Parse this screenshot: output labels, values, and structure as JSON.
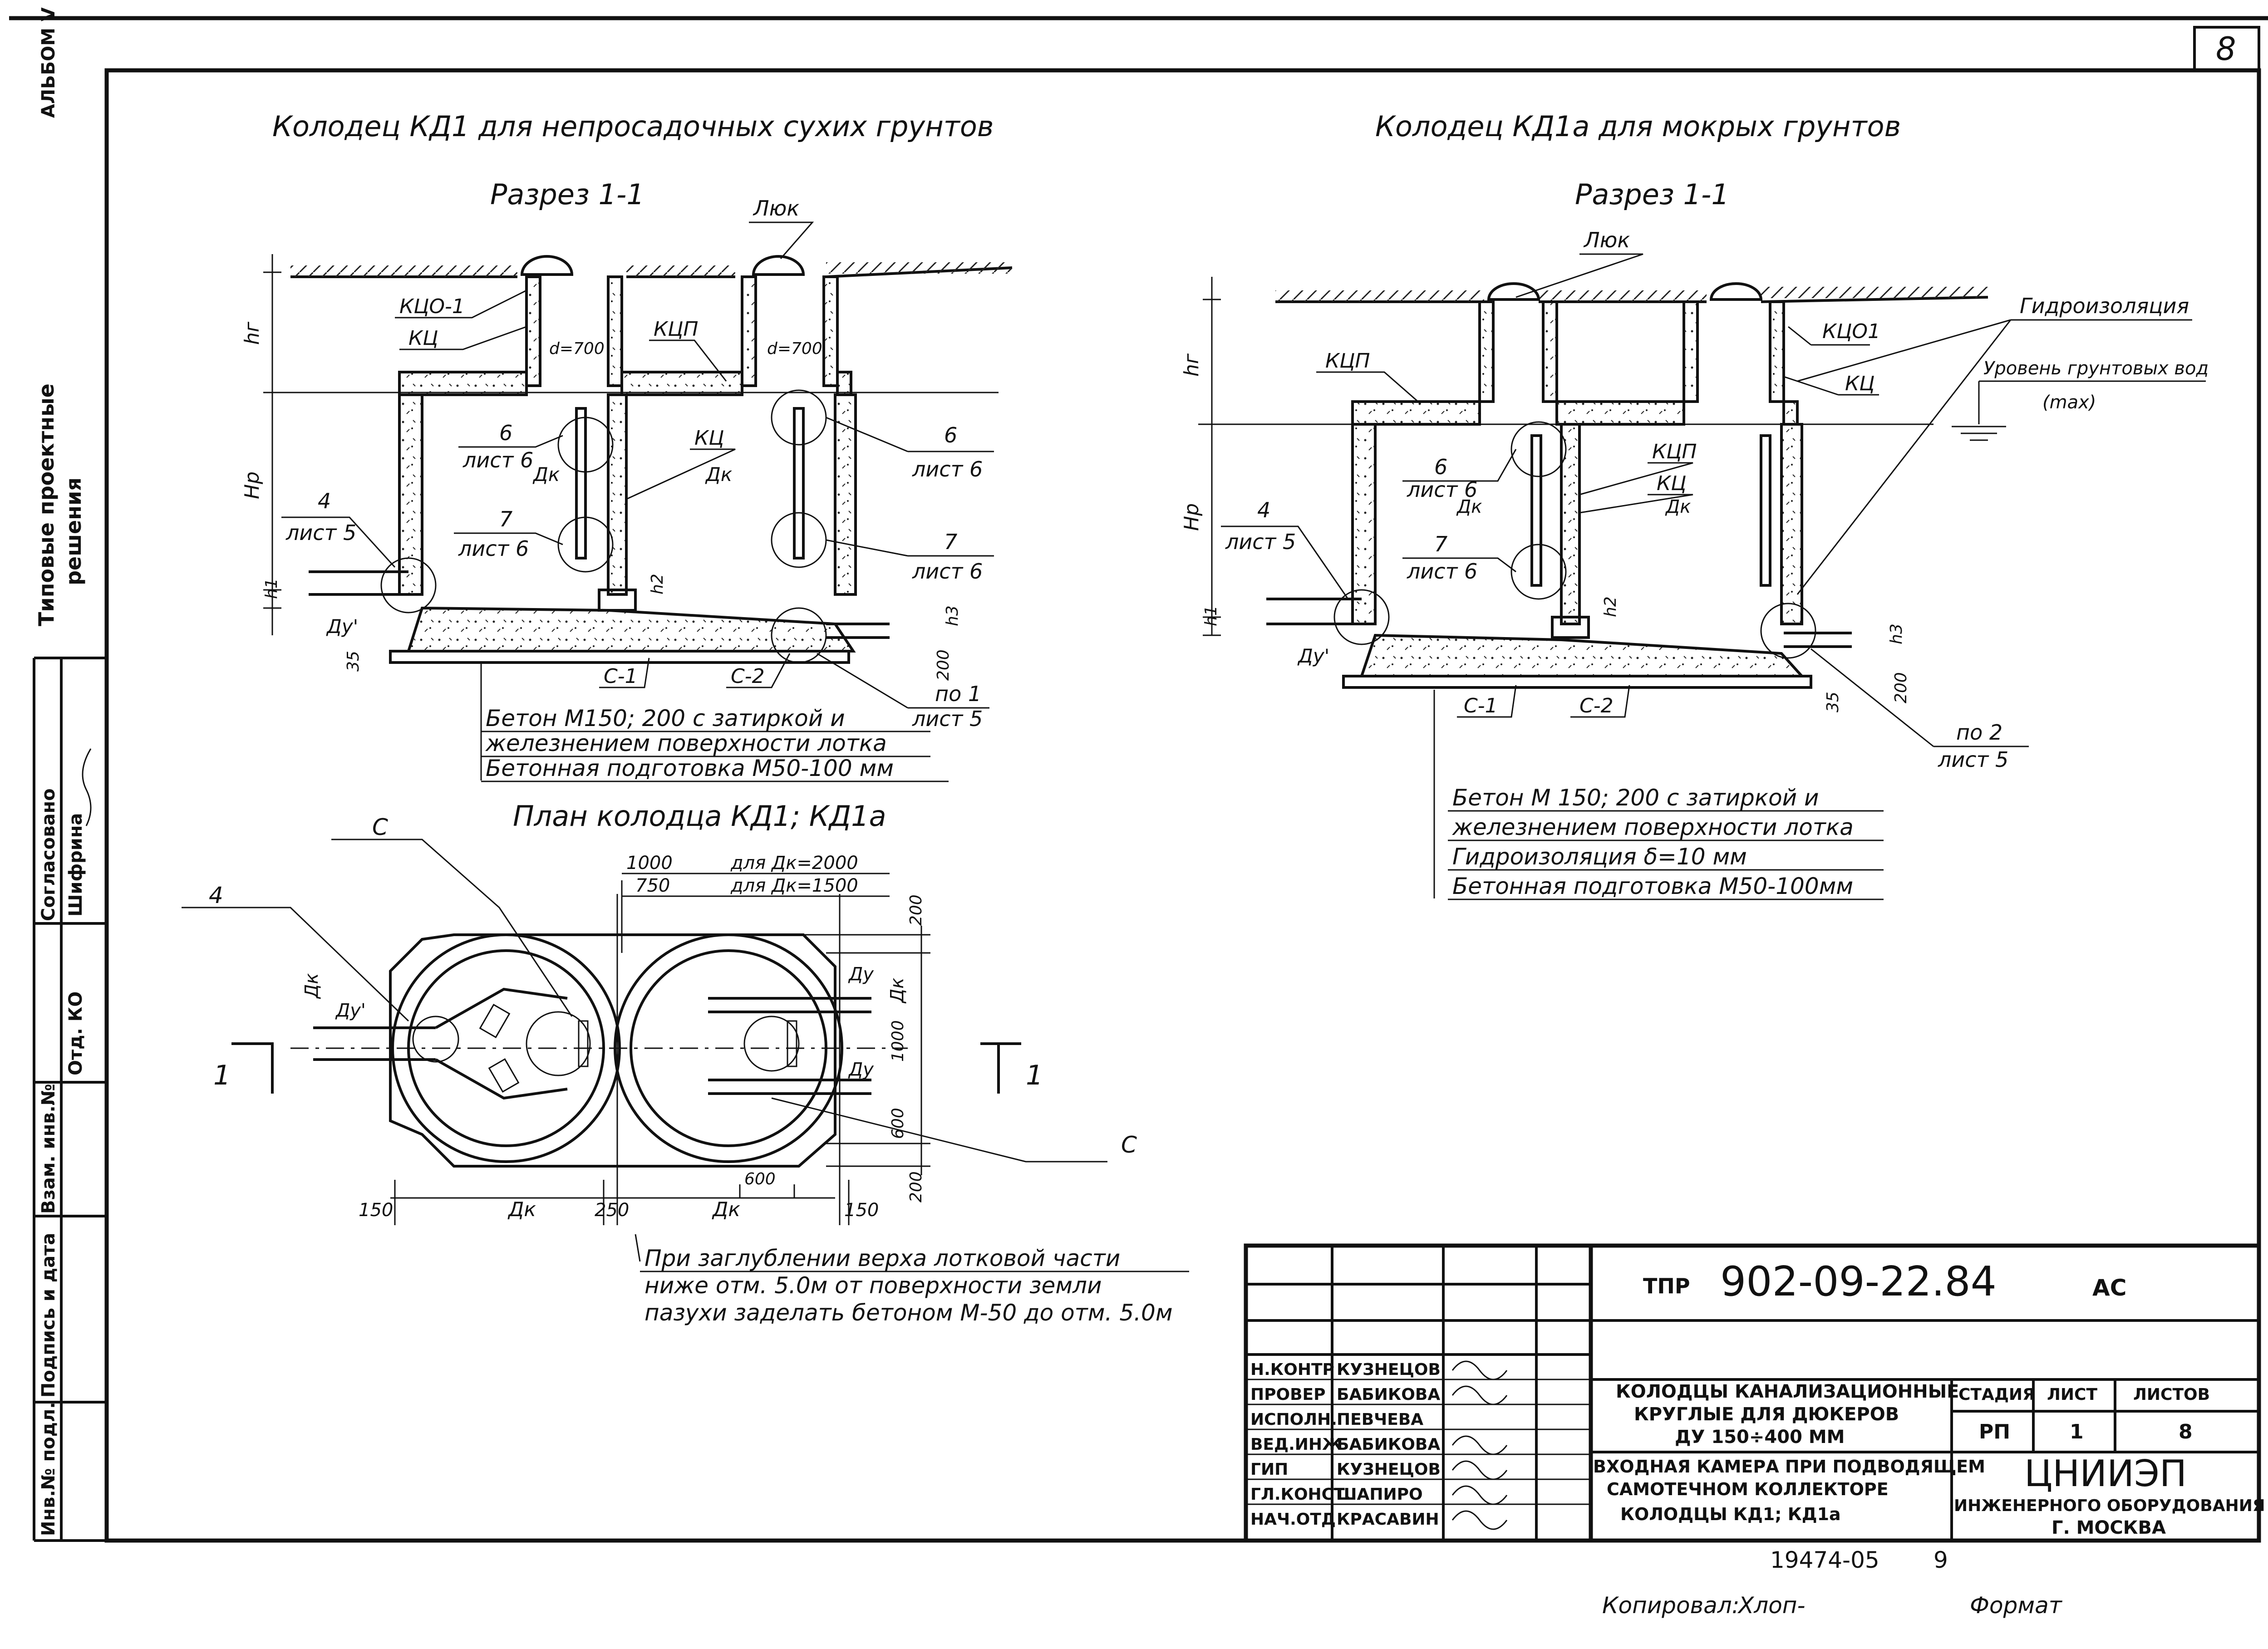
{
  "sheet_number": "8",
  "album_label": "АЛЬБОМ V",
  "left_strip": {
    "series_title_1": "Типовые проектные",
    "series_title_2": "решения",
    "approved_label": "Согласовано",
    "dept_label": "Отд. КО",
    "approved_name": "Шифрина",
    "replace_inv_label": "Взам. инв.№",
    "sign_date_label": "Подпись и дата",
    "orig_inv_label": "Инв.№ подл."
  },
  "left_view": {
    "title": "Колодец КД1 для непросадочных сухих грунтов",
    "section_title": "Разрез 1-1",
    "labels": {
      "hatch": "Люк",
      "kco": "КЦО-1",
      "kc": "КЦ",
      "kcp": "КЦП",
      "d1": "d=700",
      "d2": "d=700",
      "hg": "hг",
      "hp": "Hр",
      "h1": "h1",
      "h2": "h2",
      "h3": "h3",
      "du1": "Ду'",
      "dk1": "Дк",
      "dk2": "Дк",
      "kc_mid": "КЦ",
      "c1": "С-1",
      "c2": "С-2",
      "dim35": "35",
      "dim200": "200",
      "ref4_num": "4",
      "ref4_sheet": "лист 5",
      "ref6_num": "6",
      "ref6_sheet": "лист 6",
      "ref7_num": "7",
      "ref7_sheet": "лист 6",
      "ref6r_num": "6",
      "ref6r_sheet": "лист 6",
      "ref7r_num": "7",
      "ref7r_sheet": "лист 6",
      "ref1_num": "по 1",
      "ref1_sheet": "лист 5"
    },
    "notes": [
      "Бетон М150; 200 с затиркой и",
      "железнением поверхности лотка",
      "Бетонная подготовка М50-100 мм"
    ]
  },
  "right_view": {
    "title": "Колодец КД1а для мокрых грунтов",
    "section_title": "Разрез 1-1",
    "labels": {
      "hatch": "Люк",
      "waterproof": "Гидроизоляция",
      "groundwater": "Уровень грунтовых вод",
      "groundwater_max": "(max)",
      "kco": "КЦО1",
      "kc": "КЦ",
      "kcp": "КЦП",
      "kcp_mid": "КЦП",
      "kc_mid": "КЦ",
      "hg": "hг",
      "hp": "Hр",
      "h1": "h1",
      "h2": "h2",
      "h3": "h3",
      "du1": "Ду'",
      "dk1": "Дк",
      "dk2": "Дк",
      "c1": "С-1",
      "c2": "С-2",
      "dim35": "35",
      "dim200": "200",
      "ref4_num": "4",
      "ref4_sheet": "лист 5",
      "ref6_num": "6",
      "ref6_sheet": "лист 6",
      "ref7_num": "7",
      "ref7_sheet": "лист 6",
      "ref2_num": "по 2",
      "ref2_sheet": "лист 5"
    },
    "notes": [
      "Бетон М 150; 200 с затиркой и",
      "железнением поверхности лотка",
      "Гидроизоляция δ=10 мм",
      "Бетонная подготовка М50-100мм"
    ]
  },
  "plan_view": {
    "title": "План колодца КД1; КД1а",
    "labels": {
      "c_top": "С",
      "c_bottom": "С",
      "ref4": "4",
      "cut_left": "1",
      "cut_right": "1",
      "dim1000": "1000",
      "dim750": "750",
      "for_dk2000": "для Дк=2000",
      "for_dk1500": "для Дк=1500",
      "dim200_top": "200",
      "dim200_bottom": "200",
      "dim1000_v": "1000",
      "dim600_v": "600",
      "dim600_h": "600",
      "dim150_l": "150",
      "dim250": "250",
      "dim150_r": "150",
      "dk_left": "Дк",
      "dk_bottom_l": "Дк",
      "dk_bottom_r": "Дк",
      "dk_right": "Дк",
      "du_prime": "Ду'",
      "du_1": "Ду",
      "du_2": "Ду"
    },
    "note": [
      "При заглублении верха лотковой части",
      "ниже отм. 5.0м от поверхности земли",
      "пазухи заделать бетоном М-50 до отм. 5.0м"
    ]
  },
  "title_block": {
    "doc_code_prefix": "ТПР",
    "doc_code": "902-09-22.84",
    "section": "АС",
    "roles": [
      {
        "role": "Н.КОНТР",
        "name": "КУЗНЕЦОВ"
      },
      {
        "role": "ПРОВЕР",
        "name": "БАБИКОВА"
      },
      {
        "role": "ИСПОЛН.",
        "name": "ПЕВЧЕВА"
      },
      {
        "role": "ВЕД.ИНЖ",
        "name": "БАБИКОВА"
      },
      {
        "role": "ГИП",
        "name": "КУЗНЕЦОВ"
      },
      {
        "role": "ГЛ.КОНСТ.",
        "name": "ШАПИРО"
      },
      {
        "role": "НАЧ.ОТД",
        "name": "КРАСАВИН"
      }
    ],
    "project_title": [
      "КОЛОДЦЫ КАНАЛИЗАЦИОННЫЕ",
      "КРУГЛЫЕ ДЛЯ ДЮКЕРОВ",
      "ДУ 150÷400 ММ"
    ],
    "sheet_title": [
      "ВХОДНАЯ КАМЕРА ПРИ ПОДВОДЯЩЕМ",
      "САМОТЕЧНОМ КОЛЛЕКТОРЕ",
      "КОЛОДЦЫ КД1; КД1а"
    ],
    "stage_label": "СТАДИЯ",
    "sheet_label": "ЛИСТ",
    "sheets_label": "ЛИСТОВ",
    "stage": "РП",
    "sheet": "1",
    "sheets": "8",
    "org": "ЦНИИЭП",
    "org_sub": "ИНЖЕНЕРНОГО ОБОРУДОВАНИЯ",
    "city": "Г. МОСКВА"
  },
  "footer": {
    "inventory_no": "19474-05",
    "page": "9",
    "copied_label": "Копировал:",
    "copied_name": "Хлоп-",
    "format_label": "Формат"
  }
}
